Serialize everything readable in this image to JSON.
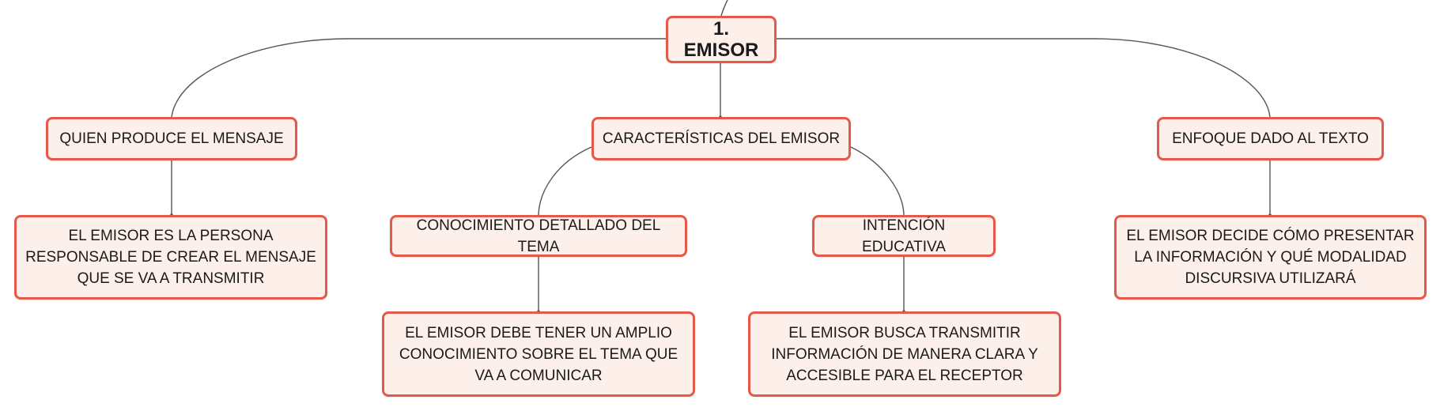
{
  "root": {
    "label": "1. EMISOR"
  },
  "branches": {
    "producer": {
      "label": "QUIEN PRODUCE EL MENSAJE",
      "detail": "EL EMISOR ES LA PERSONA RESPONSABLE DE CREAR EL MENSAJE QUE SE VA A TRANSMITIR"
    },
    "characteristics": {
      "label": "CARACTERÍSTICAS DEL EMISOR",
      "knowledge": {
        "label": "CONOCIMIENTO DETALLADO DEL TEMA",
        "detail": "EL EMISOR DEBE TENER UN AMPLIO CONOCIMIENTO SOBRE EL TEMA QUE VA A COMUNICAR"
      },
      "intent": {
        "label": "INTENCIÓN EDUCATIVA",
        "detail": "EL EMISOR BUSCA TRANSMITIR INFORMACIÓN DE MANERA CLARA Y ACCESIBLE PARA EL RECEPTOR"
      }
    },
    "focus": {
      "label": "ENFOQUE DADO AL TEXTO",
      "detail": "EL EMISOR DECIDE CÓMO PRESENTAR LA INFORMACIÓN Y QUÉ MODALIDAD DISCURSIVA UTILIZARÁ"
    }
  },
  "colors": {
    "node_border": "#e45a4a",
    "node_fill": "#fdf0ea",
    "connector": "#555555"
  }
}
